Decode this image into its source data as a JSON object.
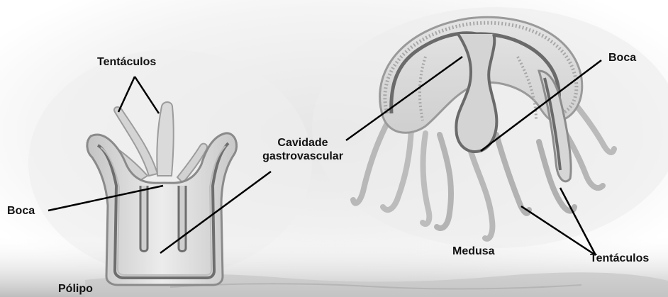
{
  "colors": {
    "background": "#ffffff",
    "ground_shadow": "#c9c9c9",
    "body_fill": "#d9d9d9",
    "body_outline": "#8a8a8a",
    "inner_wall": "#6e6e6e",
    "pointer_line": "#000000"
  },
  "labels": {
    "polyp_tentacles": "Tentáculos",
    "polyp_mouth": "Boca",
    "gastro_line1": "Cavidade",
    "gastro_line2": "gastrovascular",
    "polyp_name": "Pólipo",
    "medusa_mouth": "Boca",
    "medusa_name": "Medusa",
    "medusa_tentacles": "Tentáculos"
  }
}
